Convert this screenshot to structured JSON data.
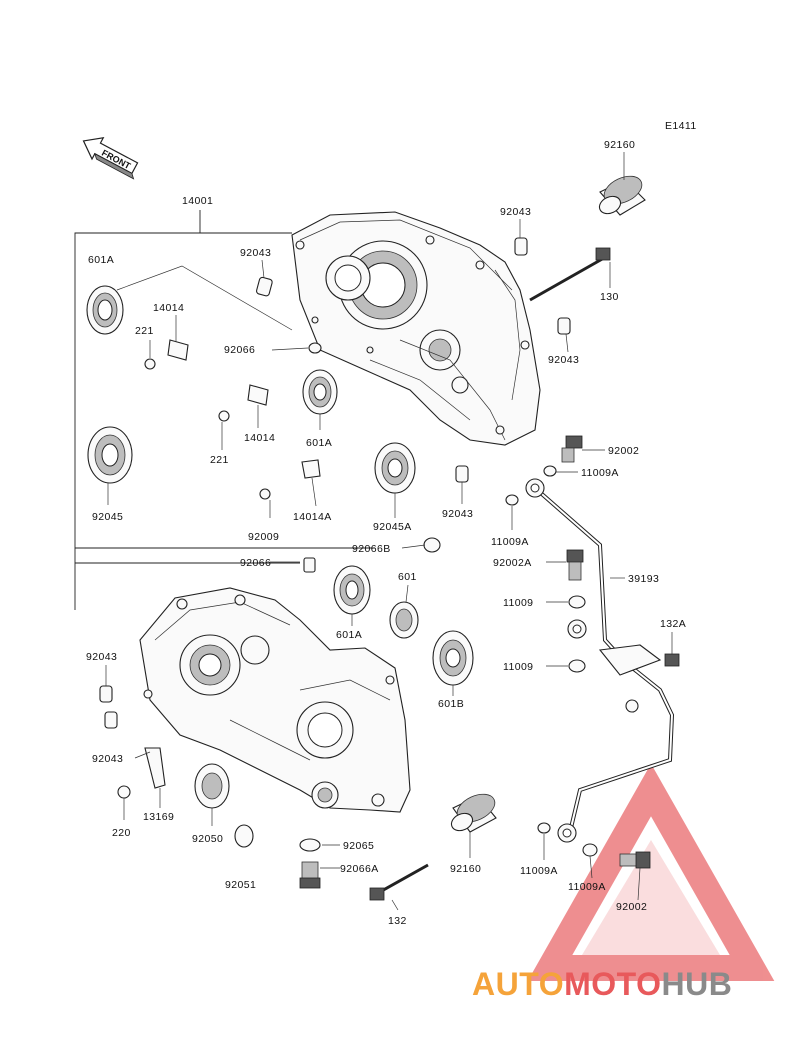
{
  "diagram": {
    "code": "E1411",
    "front_label": "FRONT",
    "labels": {
      "l14001": "14001",
      "l92160_top": "92160",
      "l92043_a": "92043",
      "l92043_b": "92043",
      "l130": "130",
      "l601A_a": "601A",
      "l14014_a": "14014",
      "l221_a": "221",
      "l92066_a": "92066",
      "l92043_c": "92043",
      "l14014_b": "14014",
      "l601A_b": "601A",
      "l221_b": "221",
      "l92045": "92045",
      "l14014A": "14014A",
      "l92009": "92009",
      "l92045A": "92045A",
      "l92043_d": "92043",
      "l92002_a": "92002",
      "l11009A_a": "11009A",
      "l11009A_b": "11009A",
      "l92066B": "92066B",
      "l92002A": "92002A",
      "l39193": "39193",
      "l92066_b": "92066",
      "l601": "601",
      "l11009_a": "11009",
      "l132A": "132A",
      "l601A_c": "601A",
      "l11009_b": "11009",
      "l92043_e": "92043",
      "l601B": "601B",
      "l92043_f": "92043",
      "l13169": "13169",
      "l220": "220",
      "l92050": "92050",
      "l92065": "92065",
      "l92066A": "92066A",
      "l92160_bot": "92160",
      "l92051": "92051",
      "l132": "132",
      "l11009A_c": "11009A",
      "l11009A_d": "11009A",
      "l92002_b": "92002"
    }
  },
  "watermark": {
    "part1": "AUTO",
    "part2": "MOTO",
    "part3": "HUB",
    "color_orange": "#f5a33a",
    "color_red": "#e8595b",
    "color_gray": "#8a8a8a"
  }
}
